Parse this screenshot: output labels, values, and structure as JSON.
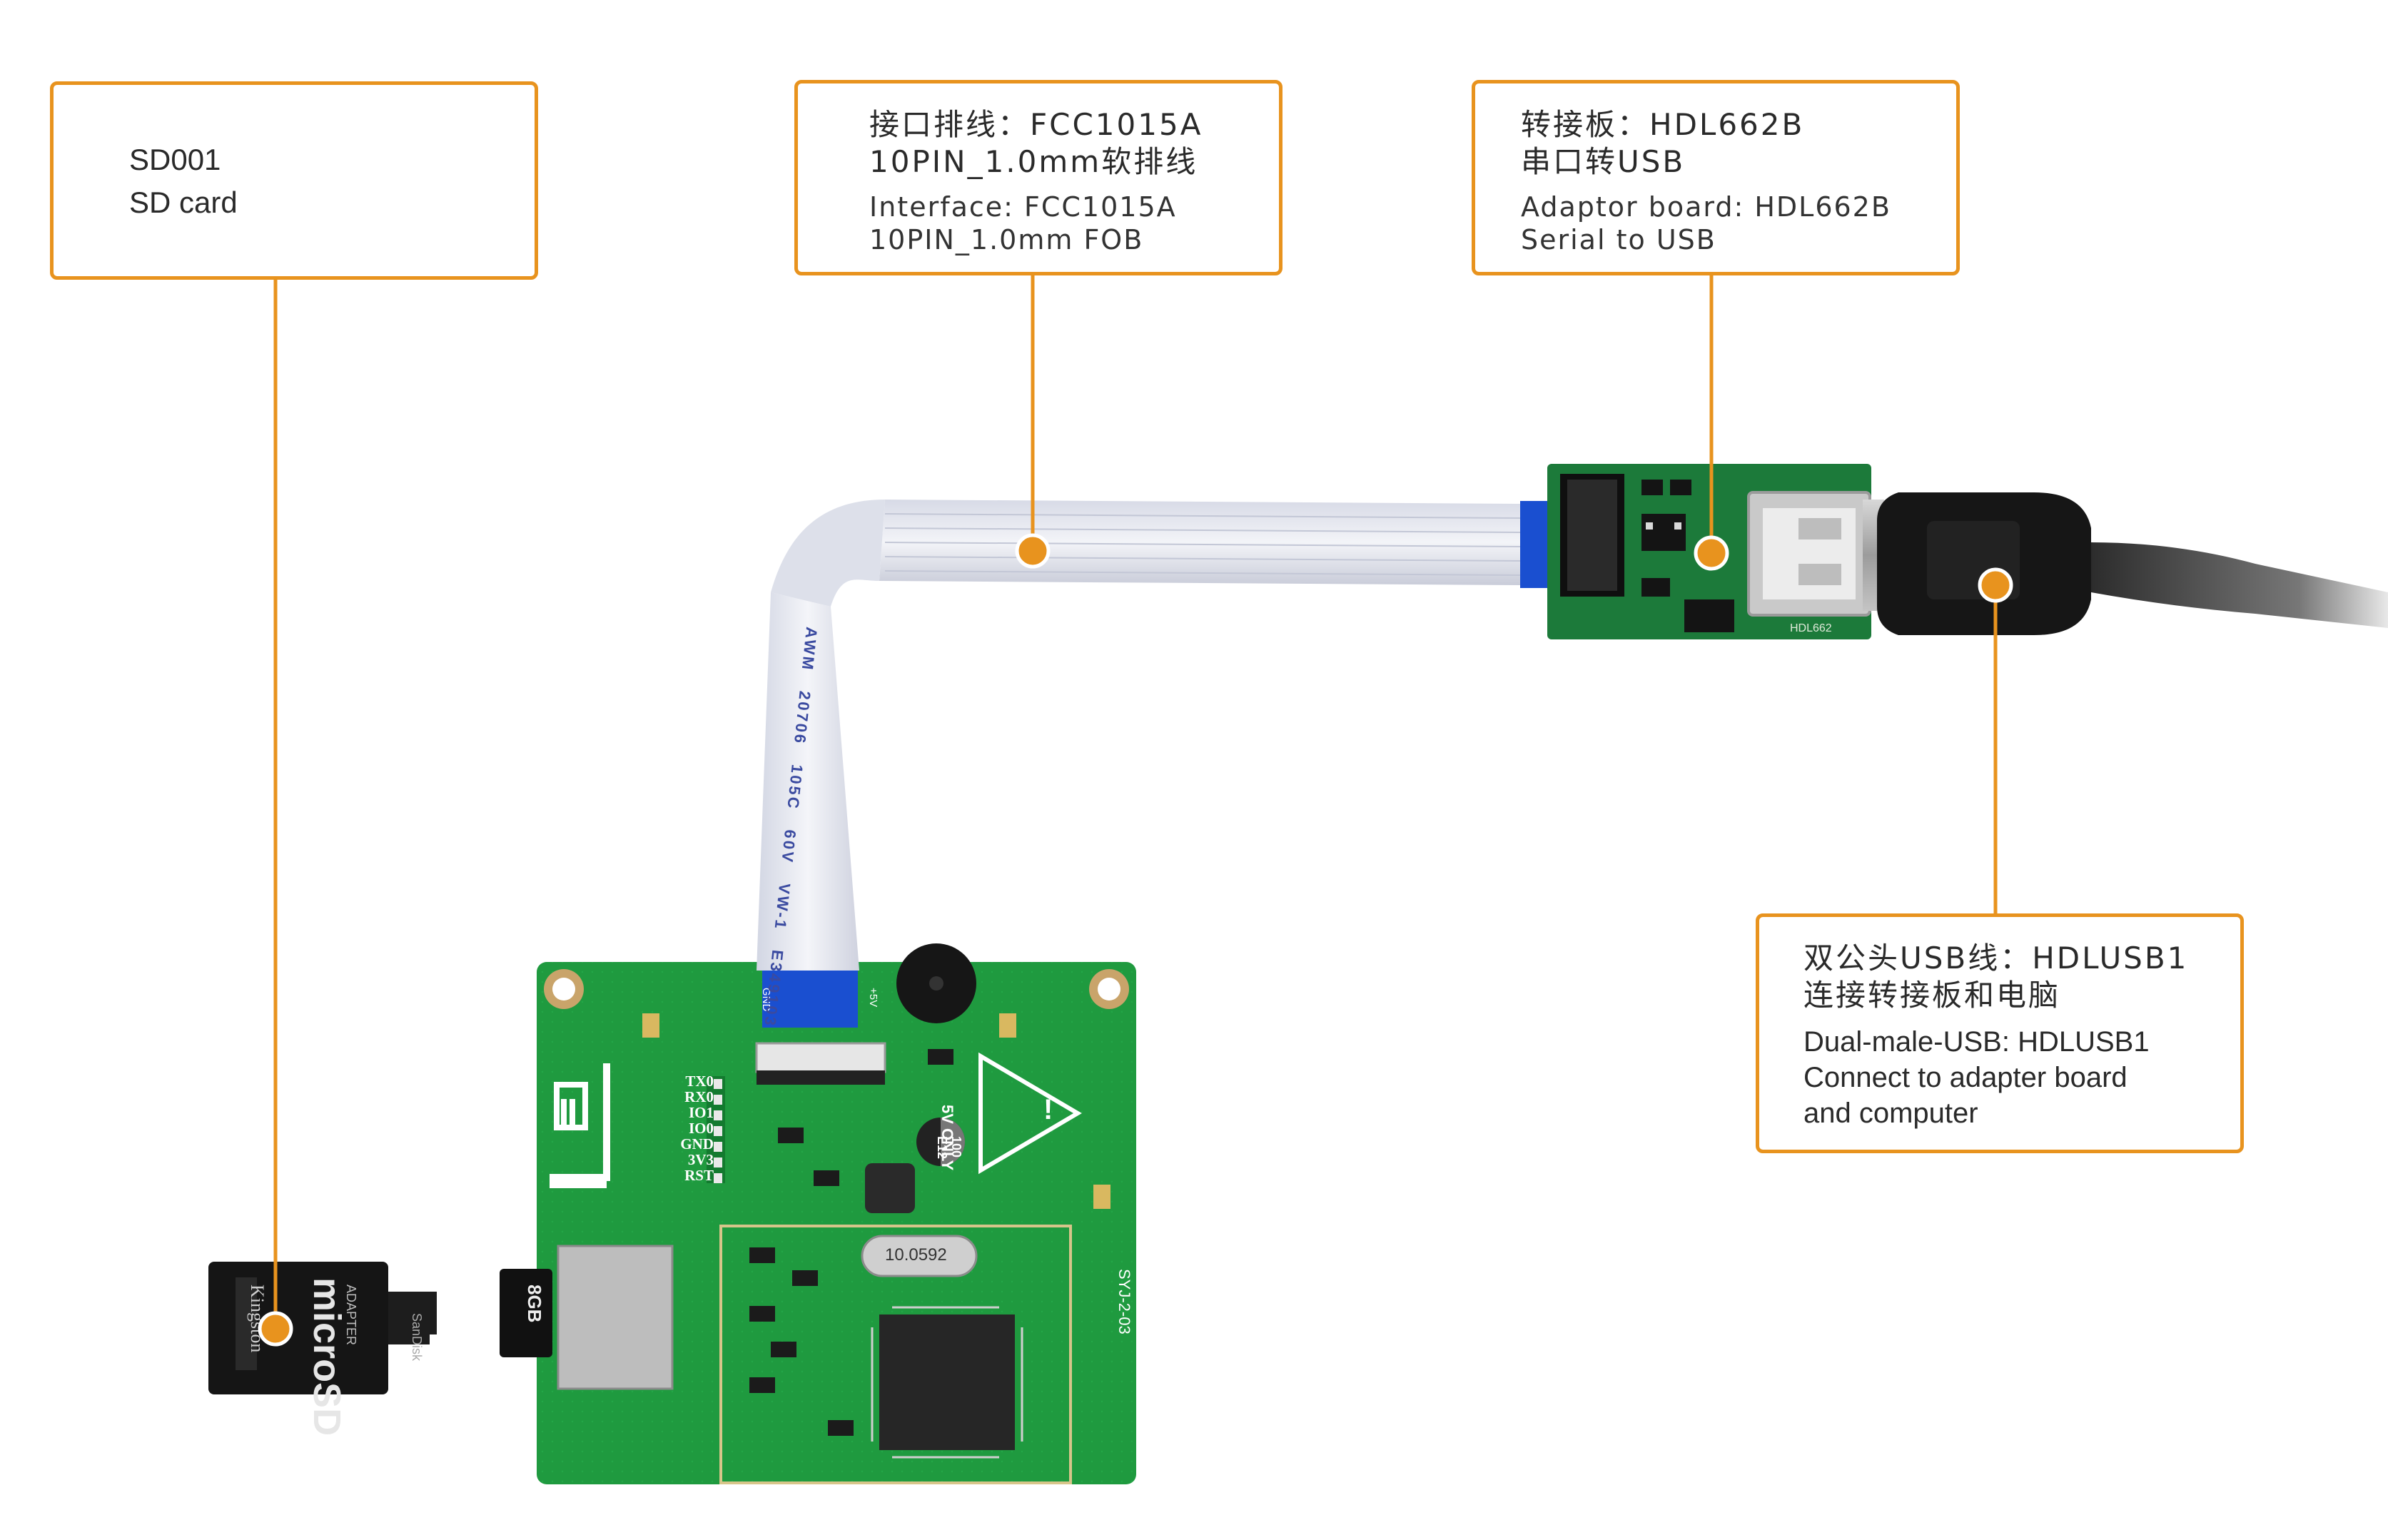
{
  "callouts": {
    "sd": {
      "line1": "SD001",
      "line2": "SD card"
    },
    "cable": {
      "zh1": "接口排线：FCC1015A",
      "zh2": "10PIN_1.0mm软排线",
      "en1": "Interface: FCC1015A",
      "en2": "10PIN_1.0mm FOB"
    },
    "adapter": {
      "zh1": "转接板：HDL662B",
      "zh2": "串口转USB",
      "en1": "Adaptor board: HDL662B",
      "en2": "Serial to USB"
    },
    "usb": {
      "zh1": "双公头USB线：HDLUSB1",
      "zh2": "连接转接板和电脑",
      "en1": "Dual-male-USB: HDLUSB1",
      "en2": "Connect to adapter board",
      "en3": "and computer"
    }
  },
  "board_labels": {
    "pins": [
      "TX0",
      "RX0",
      "IO1",
      "IO0",
      "GND",
      "3V3",
      "RST"
    ],
    "warning": "5V ONLY",
    "crystal": "10.0592",
    "model": "SYJ-2-03",
    "adapter_model": "HDL662",
    "sd_card_capacity": "8GB",
    "gnd_pad": "GND",
    "vcc_pad": "+5V",
    "cap_value": "100",
    "cap_volt": "E12"
  },
  "cable_print": [
    "AWM",
    "20706",
    "105C",
    "60V",
    "VW-1",
    "E349103"
  ],
  "colors": {
    "accent": "#e8931e",
    "pcb": "#1f9a3f",
    "cable": "#e9ebf2",
    "connector_blue": "#1a4fd0"
  }
}
